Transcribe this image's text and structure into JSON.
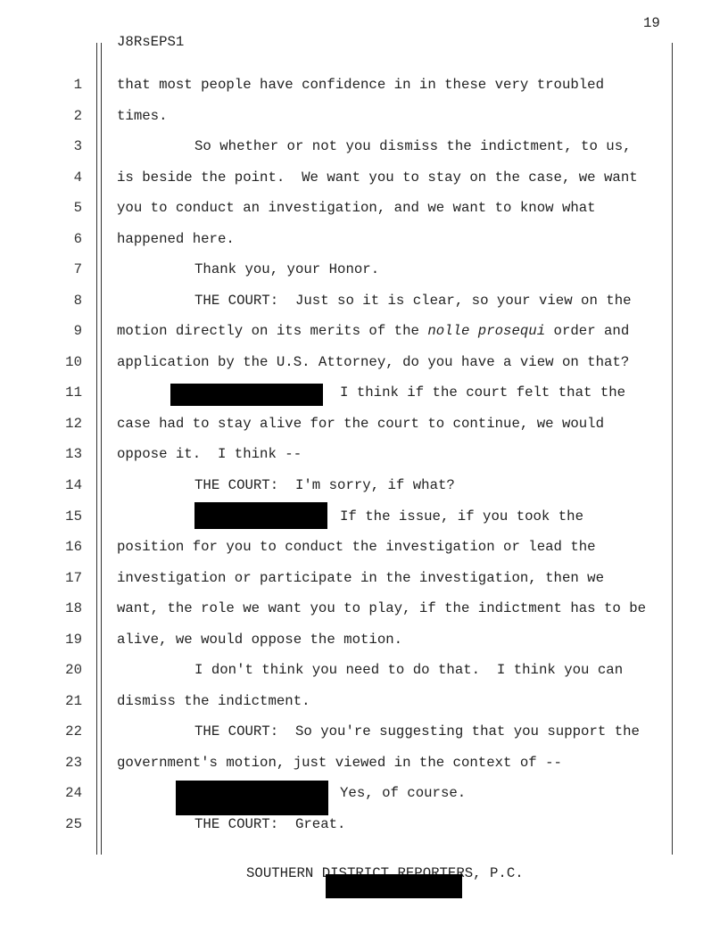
{
  "header": {
    "page_number": "19",
    "doc_id": "J8RsEPS1"
  },
  "footer": {
    "reporter": "SOUTHERN DISTRICT REPORTERS, P.C."
  },
  "lines": [
    {
      "n": "1",
      "indent": false,
      "text": "that most people have confidence in in these very troubled"
    },
    {
      "n": "2",
      "indent": false,
      "text": "times."
    },
    {
      "n": "3",
      "indent": true,
      "text": "So whether or not you dismiss the indictment, to us,"
    },
    {
      "n": "4",
      "indent": false,
      "text": "is beside the point.  We want you to stay on the case, we want"
    },
    {
      "n": "5",
      "indent": false,
      "text": "you to conduct an investigation, and we want to know what"
    },
    {
      "n": "6",
      "indent": false,
      "text": "happened here."
    },
    {
      "n": "7",
      "indent": true,
      "text": "Thank you, your Honor."
    },
    {
      "n": "8",
      "indent": true,
      "text": "THE COURT:  Just so it is clear, so your view on the"
    },
    {
      "n": "9",
      "indent": false,
      "text": "motion directly on its merits of the ",
      "italic": "nolle prosequi",
      "after": " order and"
    },
    {
      "n": "10",
      "indent": false,
      "text": "application by the U.S. Attorney, do you have a view on that?"
    },
    {
      "n": "11",
      "redacted": true,
      "text": "I think if the court felt that the"
    },
    {
      "n": "12",
      "indent": false,
      "text": "case had to stay alive for the court to continue, we would"
    },
    {
      "n": "13",
      "indent": false,
      "text": "oppose it.  I think --"
    },
    {
      "n": "14",
      "indent": true,
      "text": "THE COURT:  I'm sorry, if what?"
    },
    {
      "n": "15",
      "redacted": true,
      "text": "If the issue, if you took the"
    },
    {
      "n": "16",
      "indent": false,
      "text": "position for you to conduct the investigation or lead the"
    },
    {
      "n": "17",
      "indent": false,
      "text": "investigation or participate in the investigation, then we"
    },
    {
      "n": "18",
      "indent": false,
      "text": "want, the role we want you to play, if the indictment has to be"
    },
    {
      "n": "19",
      "indent": false,
      "text": "alive, we would oppose the motion."
    },
    {
      "n": "20",
      "indent": true,
      "text": "I don't think you need to do that.  I think you can"
    },
    {
      "n": "21",
      "indent": false,
      "text": "dismiss the indictment."
    },
    {
      "n": "22",
      "indent": true,
      "text": "THE COURT:  So you're suggesting that you support the"
    },
    {
      "n": "23",
      "indent": false,
      "text": "government's motion, just viewed in the context of --"
    },
    {
      "n": "24",
      "redacted": true,
      "text": "Yes, of course."
    },
    {
      "n": "25",
      "indent": true,
      "text": "THE COURT:  Great."
    }
  ]
}
